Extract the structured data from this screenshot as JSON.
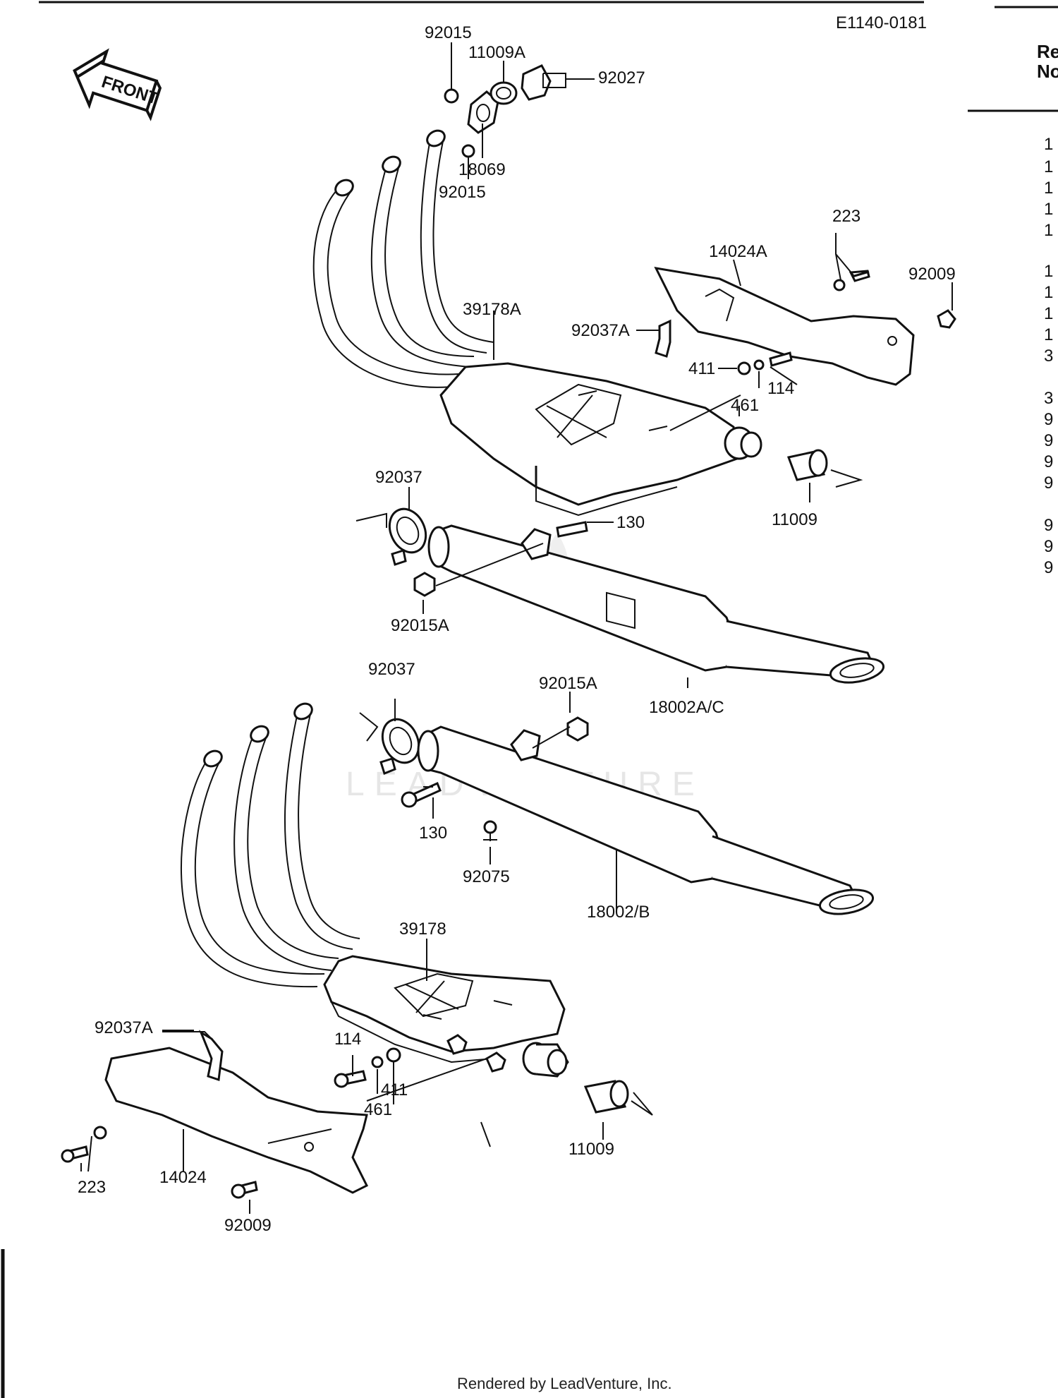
{
  "diagram_code": "E1140-0181",
  "front_label": "FRONT",
  "ref_header": [
    "Re",
    "No"
  ],
  "side_column_marks": [
    "1",
    "1",
    "1",
    "1",
    "1",
    "1",
    "1",
    "1",
    "1",
    "3",
    "3",
    "9",
    "9",
    "9",
    "9",
    "9",
    "9",
    "9"
  ],
  "watermark": "LEADVENTURE",
  "footer": "Rendered by LeadVenture, Inc.",
  "labels": [
    {
      "id": "92015-top",
      "text": "92015"
    },
    {
      "id": "11009A",
      "text": "11009A"
    },
    {
      "id": "92027",
      "text": "92027"
    },
    {
      "id": "18069",
      "text": "18069"
    },
    {
      "id": "92015-mid",
      "text": "92015"
    },
    {
      "id": "223-top",
      "text": "223"
    },
    {
      "id": "14024A",
      "text": "14024A"
    },
    {
      "id": "92009-top",
      "text": "92009"
    },
    {
      "id": "39178A",
      "text": "39178A"
    },
    {
      "id": "92037A-top",
      "text": "92037A"
    },
    {
      "id": "411-top",
      "text": "411"
    },
    {
      "id": "114-top",
      "text": "114"
    },
    {
      "id": "461-top",
      "text": "461"
    },
    {
      "id": "92037-top",
      "text": "92037"
    },
    {
      "id": "130-top",
      "text": "130"
    },
    {
      "id": "11009-top",
      "text": "11009"
    },
    {
      "id": "92015A-left",
      "text": "92015A"
    },
    {
      "id": "18002AC",
      "text": "18002A/C"
    },
    {
      "id": "92037-mid",
      "text": "92037"
    },
    {
      "id": "92015A-right",
      "text": "92015A"
    },
    {
      "id": "130-mid",
      "text": "130"
    },
    {
      "id": "92075",
      "text": "92075"
    },
    {
      "id": "18002B",
      "text": "18002/B"
    },
    {
      "id": "39178",
      "text": "39178"
    },
    {
      "id": "92037A-bottom",
      "text": "92037A"
    },
    {
      "id": "114-bottom",
      "text": "114"
    },
    {
      "id": "411-bottom",
      "text": "411"
    },
    {
      "id": "461-bottom",
      "text": "461"
    },
    {
      "id": "11009-bottom",
      "text": "11009"
    },
    {
      "id": "223-bottom",
      "text": "223"
    },
    {
      "id": "14024",
      "text": "14024"
    },
    {
      "id": "92009-bottom",
      "text": "92009"
    }
  ]
}
